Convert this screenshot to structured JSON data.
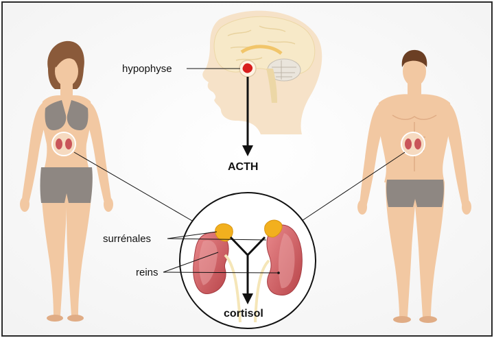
{
  "labels": {
    "pituitary": "hypophyse",
    "hormone_top": "ACTH",
    "adrenal": "surrénales",
    "kidneys": "reins",
    "hormone_bottom": "cortisol"
  },
  "colors": {
    "skin": "#f2c8a2",
    "skin_shade": "#e0ac85",
    "underwear": "#8e8782",
    "brain": "#f7e9c8",
    "pituitary": "#d81e1e",
    "kidney": "#c9555a",
    "adrenal": "#f2b01e",
    "frame": "#2a2a2a"
  }
}
